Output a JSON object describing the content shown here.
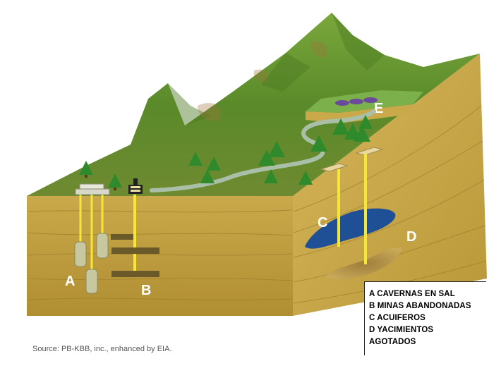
{
  "labels": {
    "a": "A",
    "b": "B",
    "c": "C",
    "d": "D",
    "e": "E"
  },
  "legend": [
    "A CAVERNAS EN SAL",
    "B MINAS ABANDONADAS",
    "C ACUIFEROS",
    "D YACIMIENTOS",
    "AGOTADOS"
  ],
  "source": "Source: PB-KBB, inc., enhanced by EIA.",
  "colors": {
    "soil_front": "#b89a3a",
    "soil_side": "#c9a94a",
    "grass": "#5f8f2e",
    "aquifer": "#1f4f95",
    "pipe_yellow": "#f5e63a",
    "road": "#a9bfa8"
  }
}
